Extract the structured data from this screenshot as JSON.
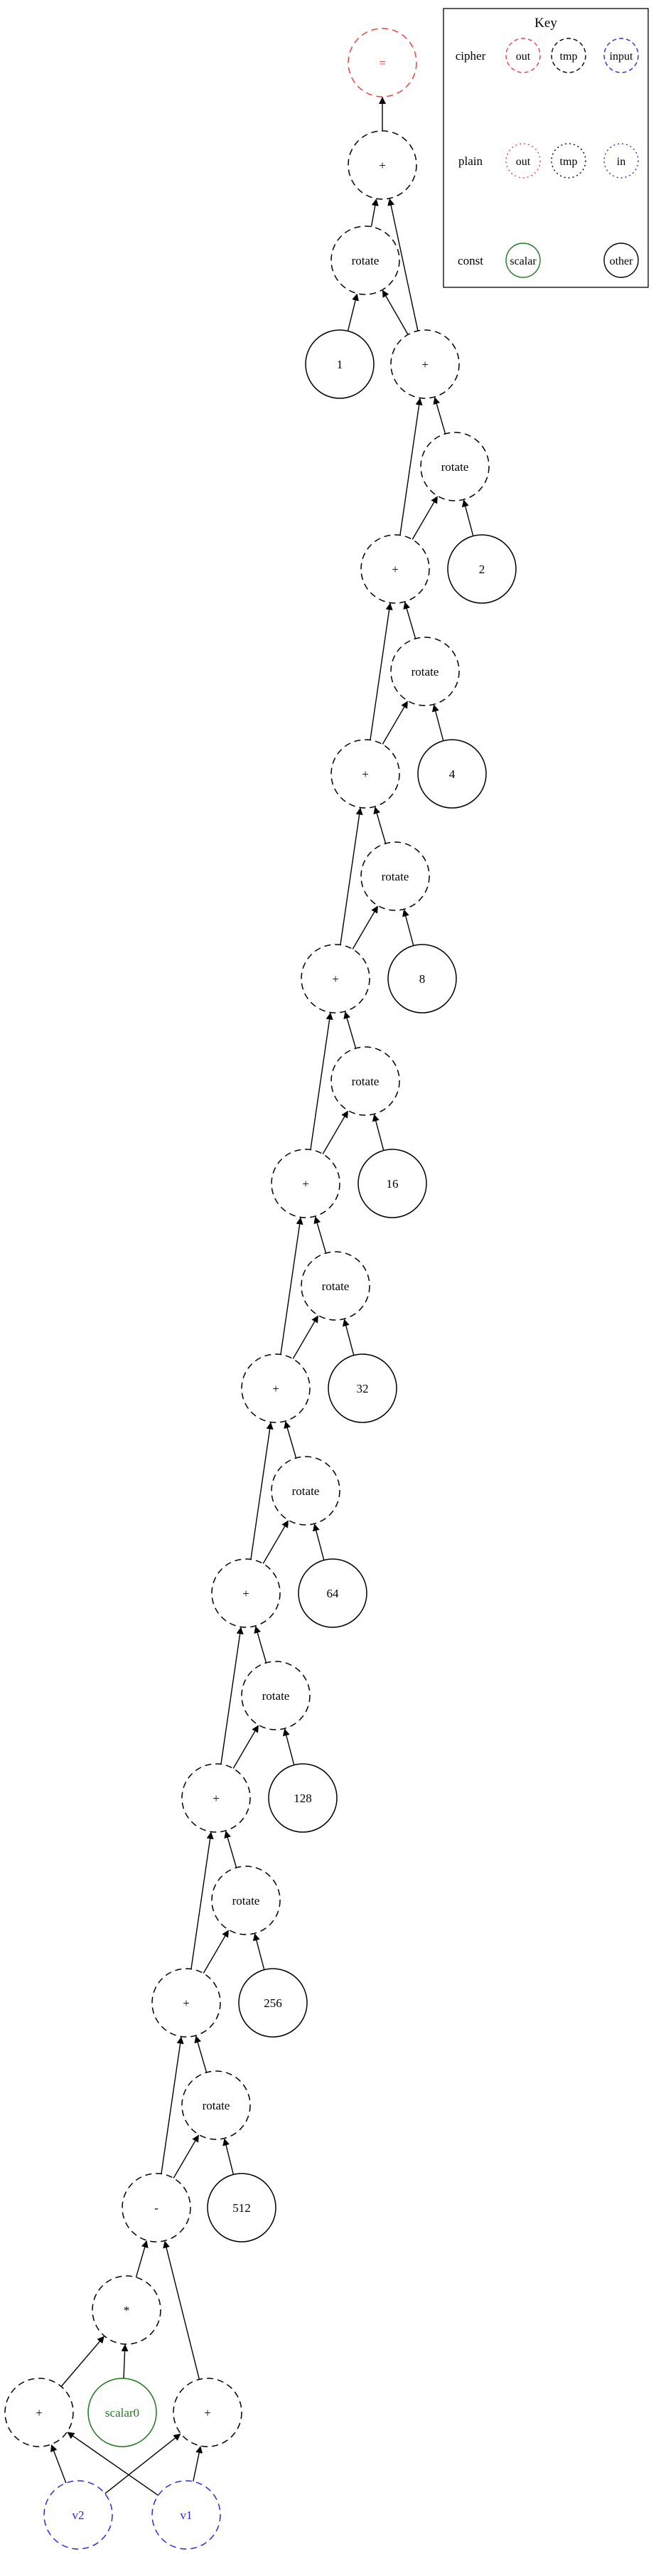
{
  "colors": {
    "out": "#e8423a",
    "tmp": "#000000",
    "input": "#2b2bd6",
    "scalar": "#1f7a1f",
    "other": "#000000",
    "edge": "#000000"
  },
  "key": {
    "title": "Key",
    "rows": [
      {
        "label": "cipher",
        "items": [
          {
            "text": "out",
            "cls": "out",
            "style": "dashed"
          },
          {
            "text": "tmp",
            "cls": "tmp",
            "style": "dashed"
          },
          {
            "text": "input",
            "cls": "input",
            "style": "dashed"
          }
        ]
      },
      {
        "label": "plain",
        "items": [
          {
            "text": "out",
            "cls": "out",
            "style": "dotted"
          },
          {
            "text": "tmp",
            "cls": "tmp",
            "style": "dotted"
          },
          {
            "text": "in",
            "cls": "input",
            "style": "dotted"
          }
        ]
      },
      {
        "label": "const",
        "items": [
          {
            "text": "scalar",
            "cls": "scalar",
            "style": "solid"
          },
          {
            "text": "other",
            "cls": "other",
            "style": "solid"
          }
        ]
      }
    ]
  },
  "nodes": [
    {
      "id": "out",
      "label": "=",
      "cls": "out",
      "style": "dashed"
    },
    {
      "id": "p0",
      "label": "+",
      "cls": "tmp",
      "style": "dashed"
    },
    {
      "id": "r0",
      "label": "rotate",
      "cls": "tmp",
      "style": "dashed"
    },
    {
      "id": "c1",
      "label": "1",
      "cls": "other",
      "style": "solid"
    },
    {
      "id": "p1",
      "label": "+",
      "cls": "tmp",
      "style": "dashed"
    },
    {
      "id": "r1",
      "label": "rotate",
      "cls": "tmp",
      "style": "dashed"
    },
    {
      "id": "c2",
      "label": "2",
      "cls": "other",
      "style": "solid"
    },
    {
      "id": "p2",
      "label": "+",
      "cls": "tmp",
      "style": "dashed"
    },
    {
      "id": "r2",
      "label": "rotate",
      "cls": "tmp",
      "style": "dashed"
    },
    {
      "id": "c4",
      "label": "4",
      "cls": "other",
      "style": "solid"
    },
    {
      "id": "p3",
      "label": "+",
      "cls": "tmp",
      "style": "dashed"
    },
    {
      "id": "r3",
      "label": "rotate",
      "cls": "tmp",
      "style": "dashed"
    },
    {
      "id": "c8",
      "label": "8",
      "cls": "other",
      "style": "solid"
    },
    {
      "id": "p4",
      "label": "+",
      "cls": "tmp",
      "style": "dashed"
    },
    {
      "id": "r4",
      "label": "rotate",
      "cls": "tmp",
      "style": "dashed"
    },
    {
      "id": "c16",
      "label": "16",
      "cls": "other",
      "style": "solid"
    },
    {
      "id": "p5",
      "label": "+",
      "cls": "tmp",
      "style": "dashed"
    },
    {
      "id": "r5",
      "label": "rotate",
      "cls": "tmp",
      "style": "dashed"
    },
    {
      "id": "c32",
      "label": "32",
      "cls": "other",
      "style": "solid"
    },
    {
      "id": "p6",
      "label": "+",
      "cls": "tmp",
      "style": "dashed"
    },
    {
      "id": "r6",
      "label": "rotate",
      "cls": "tmp",
      "style": "dashed"
    },
    {
      "id": "c64",
      "label": "64",
      "cls": "other",
      "style": "solid"
    },
    {
      "id": "p7",
      "label": "+",
      "cls": "tmp",
      "style": "dashed"
    },
    {
      "id": "r7",
      "label": "rotate",
      "cls": "tmp",
      "style": "dashed"
    },
    {
      "id": "c128",
      "label": "128",
      "cls": "other",
      "style": "solid"
    },
    {
      "id": "p8",
      "label": "+",
      "cls": "tmp",
      "style": "dashed"
    },
    {
      "id": "r8",
      "label": "rotate",
      "cls": "tmp",
      "style": "dashed"
    },
    {
      "id": "c256",
      "label": "256",
      "cls": "other",
      "style": "solid"
    },
    {
      "id": "p9",
      "label": "+",
      "cls": "tmp",
      "style": "dashed"
    },
    {
      "id": "r9",
      "label": "rotate",
      "cls": "tmp",
      "style": "dashed"
    },
    {
      "id": "c512",
      "label": "512",
      "cls": "other",
      "style": "solid"
    },
    {
      "id": "sub",
      "label": "-",
      "cls": "tmp",
      "style": "dashed"
    },
    {
      "id": "mul",
      "label": "*",
      "cls": "tmp",
      "style": "dashed"
    },
    {
      "id": "pl",
      "label": "+",
      "cls": "tmp",
      "style": "dashed"
    },
    {
      "id": "scalar0",
      "label": "scalar0",
      "cls": "scalar",
      "style": "solid"
    },
    {
      "id": "pr",
      "label": "+",
      "cls": "tmp",
      "style": "dashed"
    },
    {
      "id": "v2",
      "label": "v2",
      "cls": "input",
      "style": "dashed"
    },
    {
      "id": "v1",
      "label": "v1",
      "cls": "input",
      "style": "dashed"
    }
  ],
  "edges": [
    [
      "p0",
      "out"
    ],
    [
      "r0",
      "p0"
    ],
    [
      "p1",
      "p0"
    ],
    [
      "c1",
      "r0"
    ],
    [
      "p1",
      "r0"
    ],
    [
      "r1",
      "p1"
    ],
    [
      "p2",
      "p1"
    ],
    [
      "c2",
      "r1"
    ],
    [
      "p2",
      "r1"
    ],
    [
      "r2",
      "p2"
    ],
    [
      "p3",
      "p2"
    ],
    [
      "c4",
      "r2"
    ],
    [
      "p3",
      "r2"
    ],
    [
      "r3",
      "p3"
    ],
    [
      "p4",
      "p3"
    ],
    [
      "c8",
      "r3"
    ],
    [
      "p4",
      "r3"
    ],
    [
      "r4",
      "p4"
    ],
    [
      "p5",
      "p4"
    ],
    [
      "c16",
      "r4"
    ],
    [
      "p5",
      "r4"
    ],
    [
      "r5",
      "p5"
    ],
    [
      "p6",
      "p5"
    ],
    [
      "c32",
      "r5"
    ],
    [
      "p6",
      "r5"
    ],
    [
      "r6",
      "p6"
    ],
    [
      "p7",
      "p6"
    ],
    [
      "c64",
      "r6"
    ],
    [
      "p7",
      "r6"
    ],
    [
      "r7",
      "p7"
    ],
    [
      "p8",
      "p7"
    ],
    [
      "c128",
      "r7"
    ],
    [
      "p8",
      "r7"
    ],
    [
      "r8",
      "p8"
    ],
    [
      "p9",
      "p8"
    ],
    [
      "c256",
      "r8"
    ],
    [
      "p9",
      "r8"
    ],
    [
      "r9",
      "p9"
    ],
    [
      "sub",
      "p9"
    ],
    [
      "c512",
      "r9"
    ],
    [
      "sub",
      "r9"
    ],
    [
      "mul",
      "sub"
    ],
    [
      "pr",
      "sub"
    ],
    [
      "pl",
      "mul"
    ],
    [
      "scalar0",
      "mul"
    ],
    [
      "v2",
      "pl"
    ],
    [
      "v1",
      "pl"
    ],
    [
      "v2",
      "pr"
    ],
    [
      "v1",
      "pr"
    ]
  ]
}
